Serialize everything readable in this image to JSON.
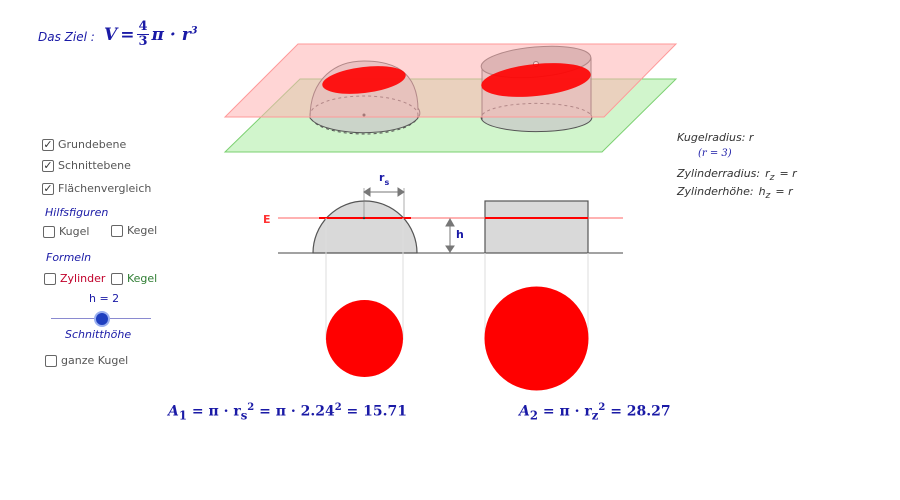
{
  "goal": {
    "label": "Das Ziel :",
    "formula_lhs": "V",
    "formula_eq": "=",
    "frac_num": "4",
    "frac_den": "3",
    "formula_rest": "π · r",
    "exponent": "3"
  },
  "checkboxes": {
    "grundebene": {
      "label": "Grundebene",
      "checked": true,
      "mark": "✓"
    },
    "schnittebene": {
      "label": "Schnittebene",
      "checked": true,
      "mark": "✓"
    },
    "flaechenvergleich": {
      "label": "Flächenvergleich",
      "checked": true,
      "mark": "✓"
    }
  },
  "hilfsfiguren": {
    "title": "Hilfsfiguren",
    "kugel": "Kugel",
    "kegel": "Kegel"
  },
  "formeln": {
    "title": "Formeln",
    "zylinder": "Zylinder",
    "kegel": "Kegel"
  },
  "slider": {
    "value_text": "h = 2",
    "value": 2,
    "min": 0,
    "max": 3,
    "label": "Schnitthöhe"
  },
  "ganze_kugel": {
    "label": "ganze Kugel",
    "checked": false
  },
  "info": {
    "kugelradius": "Kugelradius:  r",
    "r_value": "(r = 3)",
    "zylinderradius_label": "Zylinderradius:",
    "zylinderradius_var": "r",
    "zylinderradius_sub": "z",
    "zylinderradius_val": "=  r",
    "zylinderhoehe_label": "Zylinderhöhe:",
    "zylinderhoehe_var": "h",
    "zylinderhoehe_sub": "z",
    "zylinderhoehe_val": "=  r"
  },
  "diagram": {
    "plane_label": "E",
    "h_label": "h",
    "rs_label": "r",
    "rs_sub": "s"
  },
  "formulas": {
    "a1_lhs": "A",
    "a1_sub": "1",
    "a1_mid": " = π · r",
    "a1_sub2": "s",
    "a1_exp": "2",
    "a1_rest": " = π · 2.24",
    "a1_exp2": "2",
    "a1_result": " = 15.71",
    "a2_lhs": "A",
    "a2_sub": "2",
    "a2_mid": " = π · r",
    "a2_sub2": "z",
    "a2_exp": "2",
    "a2_result": " = 28.27"
  },
  "colors": {
    "accent_blue": "#1a1aa6",
    "section_red": "#ff0000",
    "plane_red": "#ffb3b3",
    "plane_green": "#b8f0b0",
    "solid_gray": "#d9d9d9"
  }
}
